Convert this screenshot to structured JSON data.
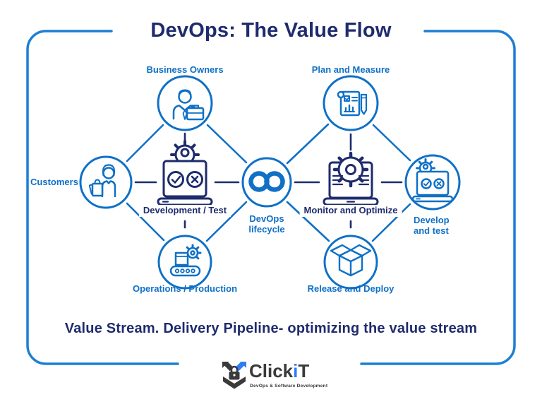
{
  "title": "DevOps: The Value Flow",
  "caption": "Value Stream. Delivery Pipeline- optimizing the value stream",
  "nodes": {
    "business_owners": {
      "label": "Business Owners"
    },
    "customers": {
      "label": "Customers"
    },
    "development_test": {
      "label": "Development / Test"
    },
    "devops_lifecycle": {
      "label": "DevOps lifecycle"
    },
    "operations_production": {
      "label": "Operations / Production"
    },
    "plan_and_measure": {
      "label": "Plan and Measure"
    },
    "monitor_and_optimize": {
      "label": "Monitor and Optimize"
    },
    "develop_and_test": {
      "label": "Develop and test"
    },
    "release_and_deploy": {
      "label": "Release and Deploy"
    }
  },
  "logo": {
    "brand_prefix": "Click",
    "brand_accent": "i",
    "brand_suffix": "T",
    "tagline": "DevOps & Software Development"
  },
  "colors": {
    "navy": "#1e2b6d",
    "blue": "#0f70c6",
    "border_blue": "#1d7fd3",
    "logo_dark": "#3a3a3a",
    "logo_blue": "#2e7cf6"
  }
}
